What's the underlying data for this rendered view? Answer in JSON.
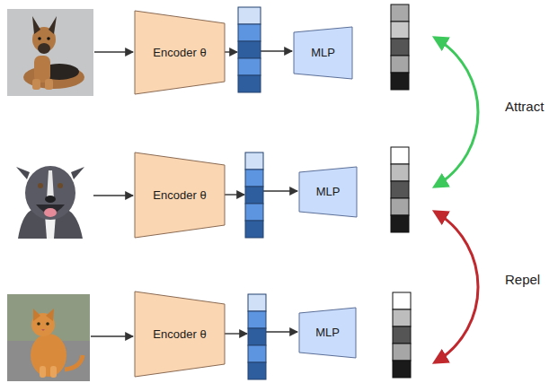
{
  "diagram": {
    "nodes": [
      {
        "text": [
          "Encoder θ"
        ]
      },
      {
        "text": [
          "MLP"
        ]
      },
      {
        "text": [
          "Encoder θ"
        ]
      },
      {
        "text": [
          "MLP"
        ]
      },
      {
        "text": [
          "Encoder θ"
        ]
      },
      {
        "text": [
          "MLP"
        ]
      }
    ],
    "labels": [
      "Attract",
      "Repel"
    ]
  }
}
